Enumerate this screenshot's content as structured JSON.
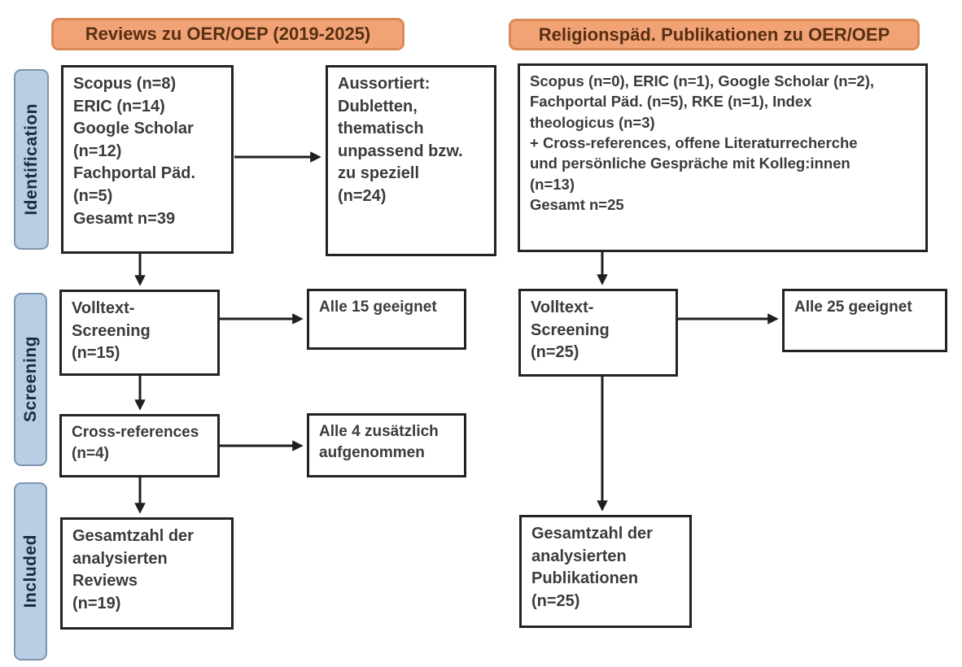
{
  "headers": {
    "left": "Reviews zu OER/OEP (2019-2025)",
    "right": "Religionspäd. Publikationen zu OER/OEP"
  },
  "stages": {
    "identification": "Identification",
    "screening": "Screening",
    "included": "Included"
  },
  "left_column": {
    "identification_box": "Scopus (n=8)\nERIC (n=14)\nGoogle Scholar\n(n=12)\nFachportal Päd.\n(n=5)\nGesamt n=39",
    "excluded_box": "Aussortiert:\nDubletten,\nthematisch\nunpassend bzw.\nzu speziell\n(n=24)",
    "screening_box": "Volltext-\nScreening\n(n=15)",
    "screening_result_box": "Alle 15 geeignet",
    "crossref_box": "Cross-references\n(n=4)",
    "crossref_result_box": "Alle 4 zusätzlich\naufgenommen",
    "included_box": "Gesamtzahl der\nanalysierten\nReviews\n(n=19)"
  },
  "right_column": {
    "identification_box": "Scopus (n=0), ERIC (n=1), Google Scholar (n=2),\nFachportal Päd. (n=5), RKE (n=1), Index\ntheologicus (n=3)\n+ Cross-references, offene Literaturrecherche\nund persönliche Gespräche mit Kolleg:innen\n(n=13)\nGesamt n=25",
    "screening_box": "Volltext-\nScreening\n(n=25)",
    "screening_result_box": "Alle 25 geeignet",
    "included_box": "Gesamtzahl der\nanalysierten\nPublikationen\n(n=25)"
  },
  "colors": {
    "header_fill": "#F1A376",
    "header_border": "#DB8A56",
    "header_text": "#572F12",
    "stage_fill": "#B9CDE5",
    "stage_border": "#7E94AE",
    "stage_text": "#1C2B3A",
    "box_border": "#232323",
    "box_text": "#3B3B3B",
    "arrow": "#1F1F1F"
  }
}
